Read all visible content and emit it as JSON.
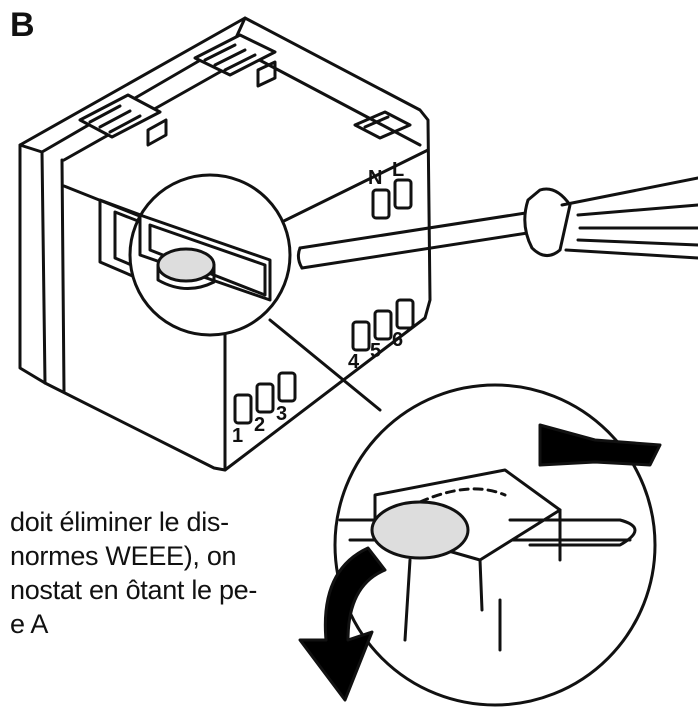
{
  "figure": {
    "label": "B",
    "terminals": {
      "top": [
        "N",
        "L"
      ],
      "right": [
        "4",
        "5",
        "6"
      ],
      "left": [
        "1",
        "2",
        "3"
      ]
    }
  },
  "caption": {
    "lines": [
      "doit éliminer le dis-",
      "normes WEEE), on",
      "nostat en ôtant le pe-",
      "e A"
    ]
  }
}
